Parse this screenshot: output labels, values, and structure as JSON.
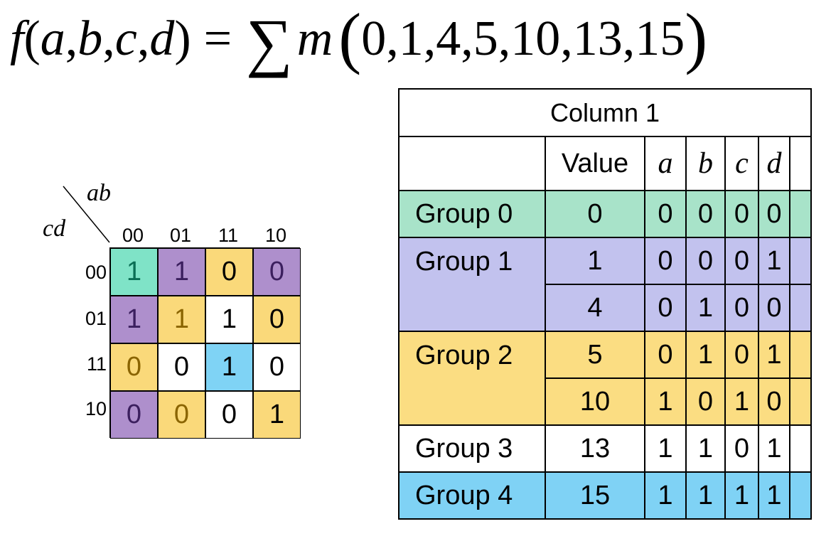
{
  "equation": {
    "func": "f",
    "args_open": "(",
    "args": [
      "a",
      "b",
      "c",
      "d"
    ],
    "args_close": ")",
    "equals": "=",
    "sigma": "∑",
    "m": "m",
    "paren_open": "(",
    "minterms": "0,1,4,5,10,13,15",
    "paren_close": ")"
  },
  "colors": {
    "teal": "#7fe3c7",
    "purple": "#ae8fcc",
    "yellow": "#fad97a",
    "white": "#ffffff",
    "blue": "#7fd3f5",
    "group0": "#a8e3c9",
    "group1": "#c2c2ee",
    "group2": "#fbdd82",
    "group3": "#ffffff",
    "group4": "#7fd2f5",
    "dark_teal_text": "#0b6e55",
    "dark_purple_text": "#3b1f5e",
    "dark_yellow_text": "#8a6400"
  },
  "kmap": {
    "row_var": "cd",
    "col_var": "ab",
    "col_labels": [
      "00",
      "01",
      "11",
      "10"
    ],
    "row_labels": [
      "00",
      "01",
      "11",
      "10"
    ],
    "cells": [
      [
        {
          "v": "1",
          "bg": "teal",
          "fg": "dark_teal_text"
        },
        {
          "v": "1",
          "bg": "purple",
          "fg": "dark_purple_text"
        },
        {
          "v": "0",
          "bg": "yellow",
          "fg": "black"
        },
        {
          "v": "0",
          "bg": "purple",
          "fg": "dark_purple_text"
        }
      ],
      [
        {
          "v": "1",
          "bg": "purple",
          "fg": "dark_purple_text"
        },
        {
          "v": "1",
          "bg": "yellow",
          "fg": "dark_yellow_text"
        },
        {
          "v": "1",
          "bg": "white",
          "fg": "black"
        },
        {
          "v": "0",
          "bg": "yellow",
          "fg": "black"
        }
      ],
      [
        {
          "v": "0",
          "bg": "yellow",
          "fg": "dark_yellow_text"
        },
        {
          "v": "0",
          "bg": "white",
          "fg": "black"
        },
        {
          "v": "1",
          "bg": "blue",
          "fg": "black"
        },
        {
          "v": "0",
          "bg": "white",
          "fg": "black"
        }
      ],
      [
        {
          "v": "0",
          "bg": "purple",
          "fg": "dark_purple_text"
        },
        {
          "v": "0",
          "bg": "yellow",
          "fg": "dark_yellow_text"
        },
        {
          "v": "0",
          "bg": "white",
          "fg": "black"
        },
        {
          "v": "1",
          "bg": "yellow",
          "fg": "black"
        }
      ]
    ]
  },
  "table": {
    "title": "Column 1",
    "header_value": "Value",
    "header_vars": [
      "a",
      "b",
      "c",
      "d"
    ],
    "groups": [
      {
        "label": "Group 0",
        "color": "group0",
        "rows": [
          {
            "value": "0",
            "bits": [
              "0",
              "0",
              "0",
              "0"
            ]
          }
        ]
      },
      {
        "label": "Group 1",
        "color": "group1",
        "rows": [
          {
            "value": "1",
            "bits": [
              "0",
              "0",
              "0",
              "1"
            ]
          },
          {
            "value": "4",
            "bits": [
              "0",
              "1",
              "0",
              "0"
            ]
          }
        ]
      },
      {
        "label": "Group 2",
        "color": "group2",
        "rows": [
          {
            "value": "5",
            "bits": [
              "0",
              "1",
              "0",
              "1"
            ]
          },
          {
            "value": "10",
            "bits": [
              "1",
              "0",
              "1",
              "0"
            ]
          }
        ]
      },
      {
        "label": "Group 3",
        "color": "group3",
        "rows": [
          {
            "value": "13",
            "bits": [
              "1",
              "1",
              "0",
              "1"
            ]
          }
        ]
      },
      {
        "label": "Group 4",
        "color": "group4",
        "rows": [
          {
            "value": "15",
            "bits": [
              "1",
              "1",
              "1",
              "1"
            ]
          }
        ]
      }
    ]
  }
}
